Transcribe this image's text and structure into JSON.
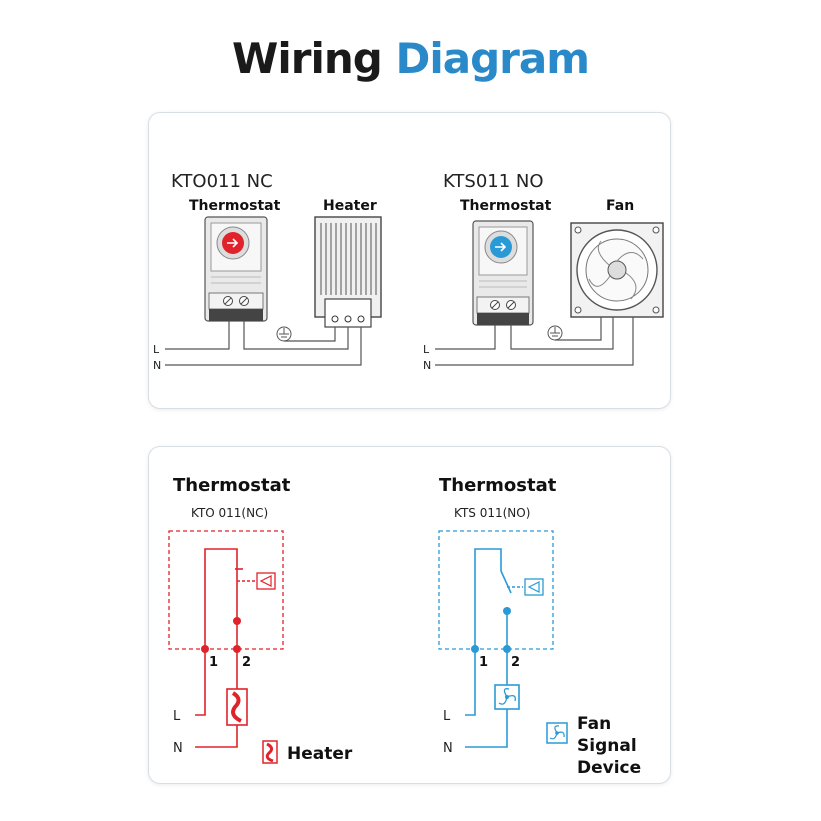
{
  "title": {
    "part1": "Wiring",
    "part2": "Diagram"
  },
  "colors": {
    "title_dark": "#1a1a1a",
    "title_blue": "#2a89c9",
    "red": "#e0232b",
    "blue": "#2a9ad6",
    "wire": "#555555"
  },
  "top_panel": {
    "left": {
      "model": "KTO011 NC",
      "device1": "Thermostat",
      "device2": "Heater",
      "line_l": "L",
      "line_n": "N",
      "icons": [
        "red-knob-icon",
        "ground-icon",
        "heater-icon"
      ]
    },
    "right": {
      "model": "KTS011 NO",
      "device1": "Thermostat",
      "device2": "Fan",
      "line_l": "L",
      "line_n": "N",
      "icons": [
        "blue-knob-icon",
        "ground-icon",
        "fan-icon"
      ]
    }
  },
  "bottom_panel": {
    "left": {
      "heading": "Thermostat",
      "model": "KTO 011(NC)",
      "terminal1": "1",
      "terminal2": "2",
      "line_l": "L",
      "line_n": "N",
      "legend": "Heater"
    },
    "right": {
      "heading": "Thermostat",
      "model": "KTS 011(NO)",
      "terminal1": "1",
      "terminal2": "2",
      "line_l": "L",
      "line_n": "N",
      "legend_line1": "Fan",
      "legend_line2": "Signal",
      "legend_line3": "Device"
    }
  }
}
